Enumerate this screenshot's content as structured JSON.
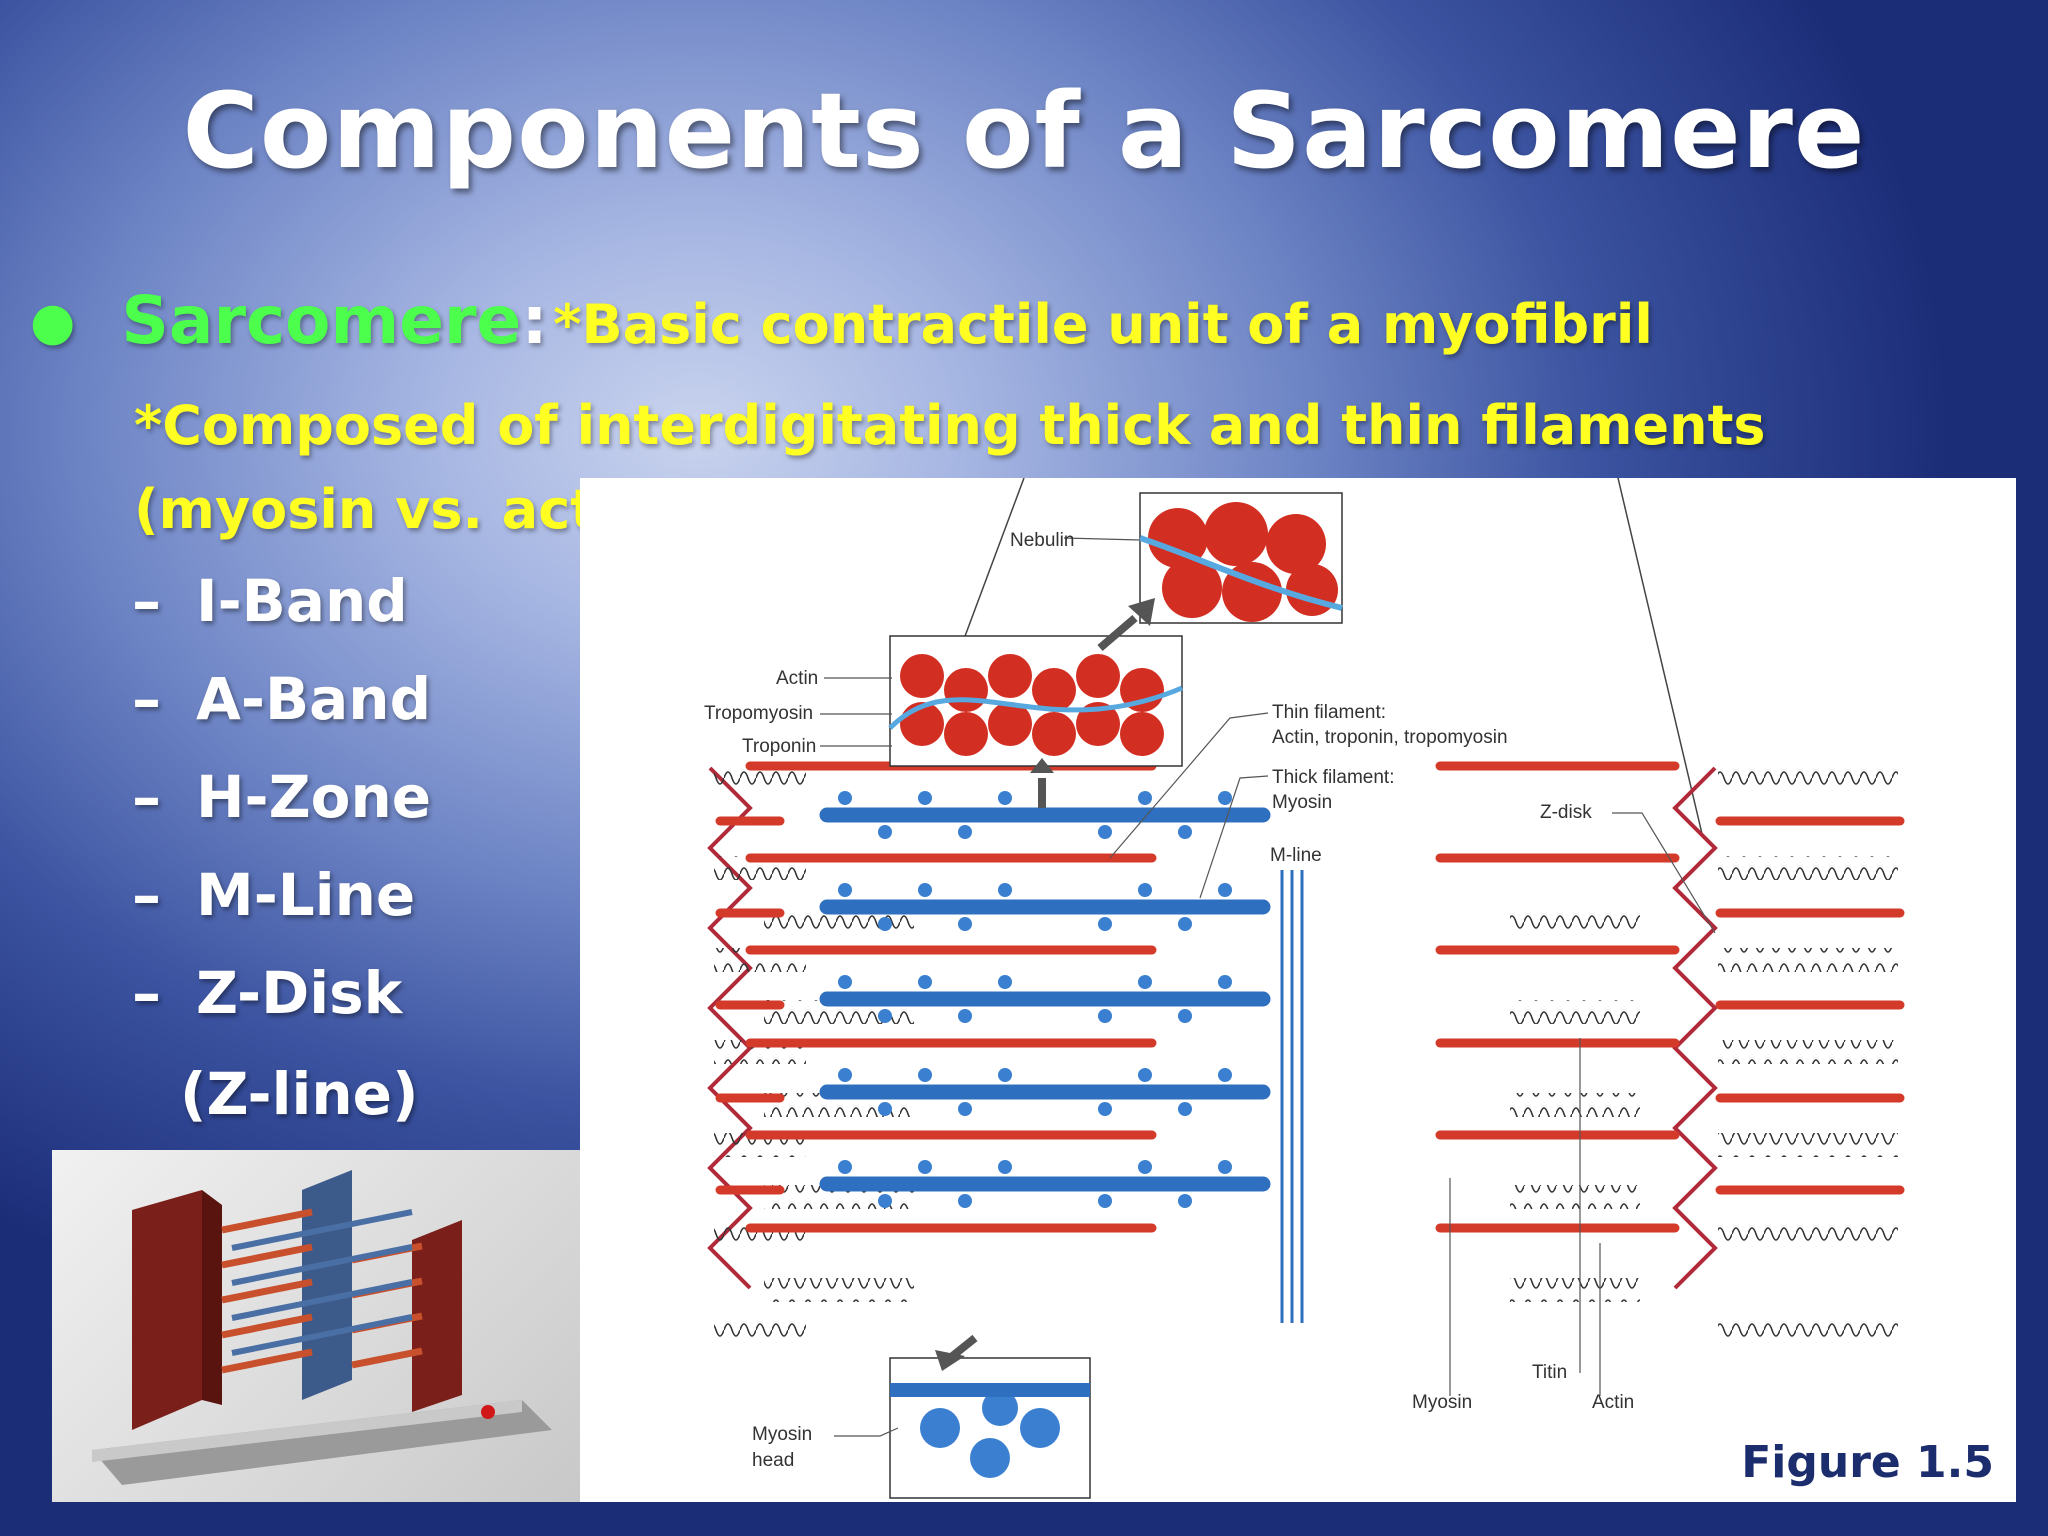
{
  "slide": {
    "title": "Components of a Sarcomere",
    "bullet": {
      "term": "Sarcomere",
      "colon": ":",
      "definition_1": "*Basic contractile unit of a myofibril",
      "definition_2": "*Composed of interdigitating thick and thin filaments (myosin vs. actin)"
    },
    "subitems": [
      {
        "dash": "–",
        "label": "I-Band"
      },
      {
        "dash": "–",
        "label": "A-Band"
      },
      {
        "dash": "–",
        "label": "H-Zone"
      },
      {
        "dash": "–",
        "label": "M-Line"
      },
      {
        "dash": "–",
        "label": "Z-Disk"
      }
    ],
    "subitem_continuation": "(Z-line)"
  },
  "figure": {
    "caption": "Figure 1.5",
    "labels": {
      "nebulin": "Nebulin",
      "actin_top": "Actin",
      "tropomyosin": "Tropomyosin",
      "troponin": "Troponin",
      "thin_filament_1": "Thin filament:",
      "thin_filament_2": "Actin, troponin, tropomyosin",
      "thick_filament_1": "Thick filament:",
      "thick_filament_2": "Myosin",
      "z_disk": "Z-disk",
      "m_line": "M-line",
      "titin": "Titin",
      "myosin": "Myosin",
      "actin_bottom": "Actin",
      "myosin_head_1": "Myosin",
      "myosin_head_2": "head"
    }
  },
  "colors": {
    "term": "#4cff4c",
    "definition": "#ffff22",
    "title": "#ffffff",
    "actin": "#d43a2a",
    "myosin": "#2f6fbf",
    "z_disk": "#b02a3a",
    "caption": "#1c2d6e"
  }
}
